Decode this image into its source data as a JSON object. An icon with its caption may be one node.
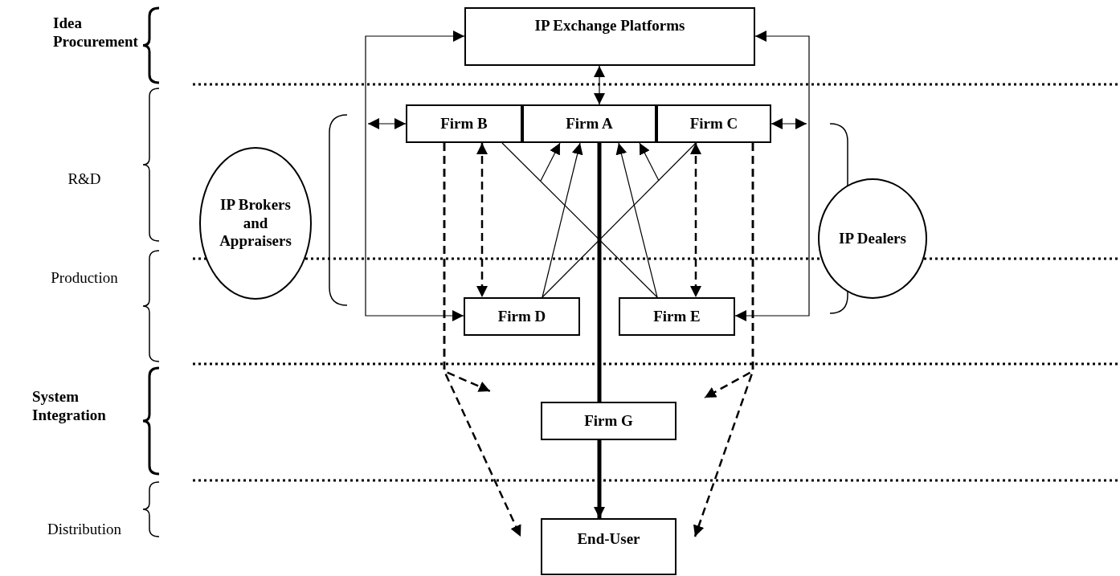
{
  "diagram": {
    "nodes": [
      {
        "text": [
          "IP Exchange Platforms"
        ]
      },
      {
        "text": [
          "Firm B"
        ]
      },
      {
        "text": [
          "Firm A"
        ]
      },
      {
        "text": [
          "Firm C"
        ]
      },
      {
        "text": [
          "IP Brokers and Appraisers"
        ]
      },
      {
        "text": [
          "IP Dealers"
        ]
      },
      {
        "text": [
          "Firm D"
        ]
      },
      {
        "text": [
          "Firm E"
        ]
      },
      {
        "text": [
          "Firm G"
        ]
      },
      {
        "text": [
          "End-User"
        ]
      }
    ],
    "edges": [
      {
        "from": 0,
        "to": 2,
        "arrow": "both"
      },
      {
        "from": 6,
        "to": 0,
        "arrow": "both"
      },
      {
        "from": 4,
        "to": 1,
        "arrow": "both"
      },
      {
        "from": 7,
        "to": 0,
        "arrow": "both"
      },
      {
        "from": 5,
        "to": 3,
        "arrow": "both"
      },
      {
        "from": 1,
        "to": 6,
        "arrow": "both",
        "style": "dashed"
      },
      {
        "from": 3,
        "to": 7,
        "arrow": "both",
        "style": "dashed"
      },
      {
        "from": 1,
        "to": 7,
        "arrow": "none"
      },
      {
        "from": 3,
        "to": 6,
        "arrow": "none"
      },
      {
        "from": 6,
        "to": 2,
        "arrow": "to"
      },
      {
        "from": 7,
        "to": 2,
        "arrow": "to"
      },
      {
        "from": null,
        "to": 2,
        "arrow": "to"
      },
      {
        "from": null,
        "to": 2,
        "arrow": "to"
      },
      {
        "from": 2,
        "to": 8,
        "arrow": "none",
        "style": "thick"
      },
      {
        "from": 8,
        "to": 9,
        "arrow": "to",
        "style": "thick"
      },
      {
        "from": 1,
        "to": 8,
        "arrow": "to",
        "style": "dashed"
      },
      {
        "from": 1,
        "to": 9,
        "arrow": "to",
        "style": "dashed"
      },
      {
        "from": 3,
        "to": 8,
        "arrow": "to",
        "style": "dashed"
      },
      {
        "from": 3,
        "to": 9,
        "arrow": "to",
        "style": "dashed"
      }
    ],
    "labels": [
      "Idea Procurement",
      "R&D",
      "Production",
      "System Integration",
      "Distribution"
    ]
  }
}
